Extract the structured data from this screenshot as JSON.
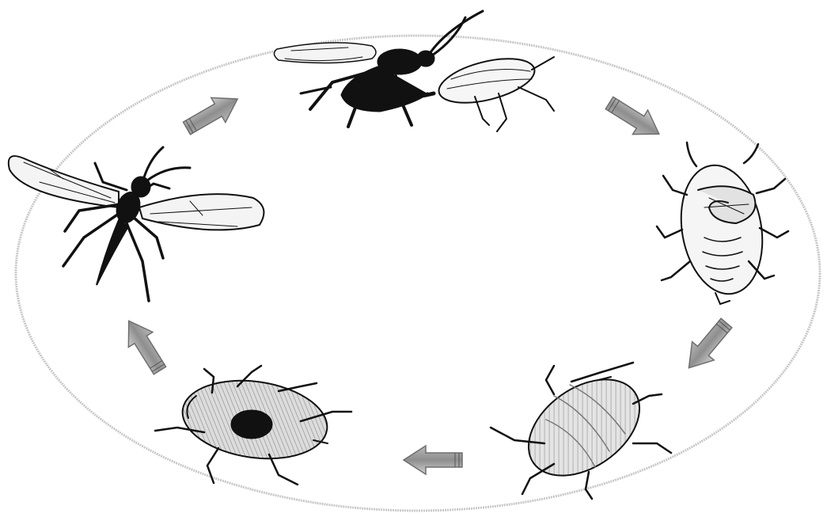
{
  "diagram": {
    "stages": [
      {
        "id": "oviposition",
        "icon": "wasp-laying-egg-in-aphid-icon"
      },
      {
        "id": "larva-inside-aphid",
        "icon": "larva-in-aphid-icon"
      },
      {
        "id": "swollen-aphid",
        "icon": "swollen-aphid-icon"
      },
      {
        "id": "mummy",
        "icon": "aphid-mummy-icon"
      },
      {
        "id": "adult-wasp",
        "icon": "adult-wasp-icon"
      }
    ],
    "arrows": [
      {
        "from": "oviposition",
        "to": "larva-inside-aphid",
        "icon": "arrow-icon"
      },
      {
        "from": "larva-inside-aphid",
        "to": "swollen-aphid",
        "icon": "arrow-icon"
      },
      {
        "from": "swollen-aphid",
        "to": "mummy",
        "icon": "arrow-icon"
      },
      {
        "from": "mummy",
        "to": "adult-wasp",
        "icon": "arrow-icon"
      },
      {
        "from": "adult-wasp",
        "to": "oviposition",
        "icon": "arrow-icon"
      }
    ],
    "colors": {
      "outline": "#111111",
      "arrow_fill": "#9a9a9a",
      "ellipse": "#c8c8c8",
      "hatch": "#bdbdbd"
    }
  }
}
